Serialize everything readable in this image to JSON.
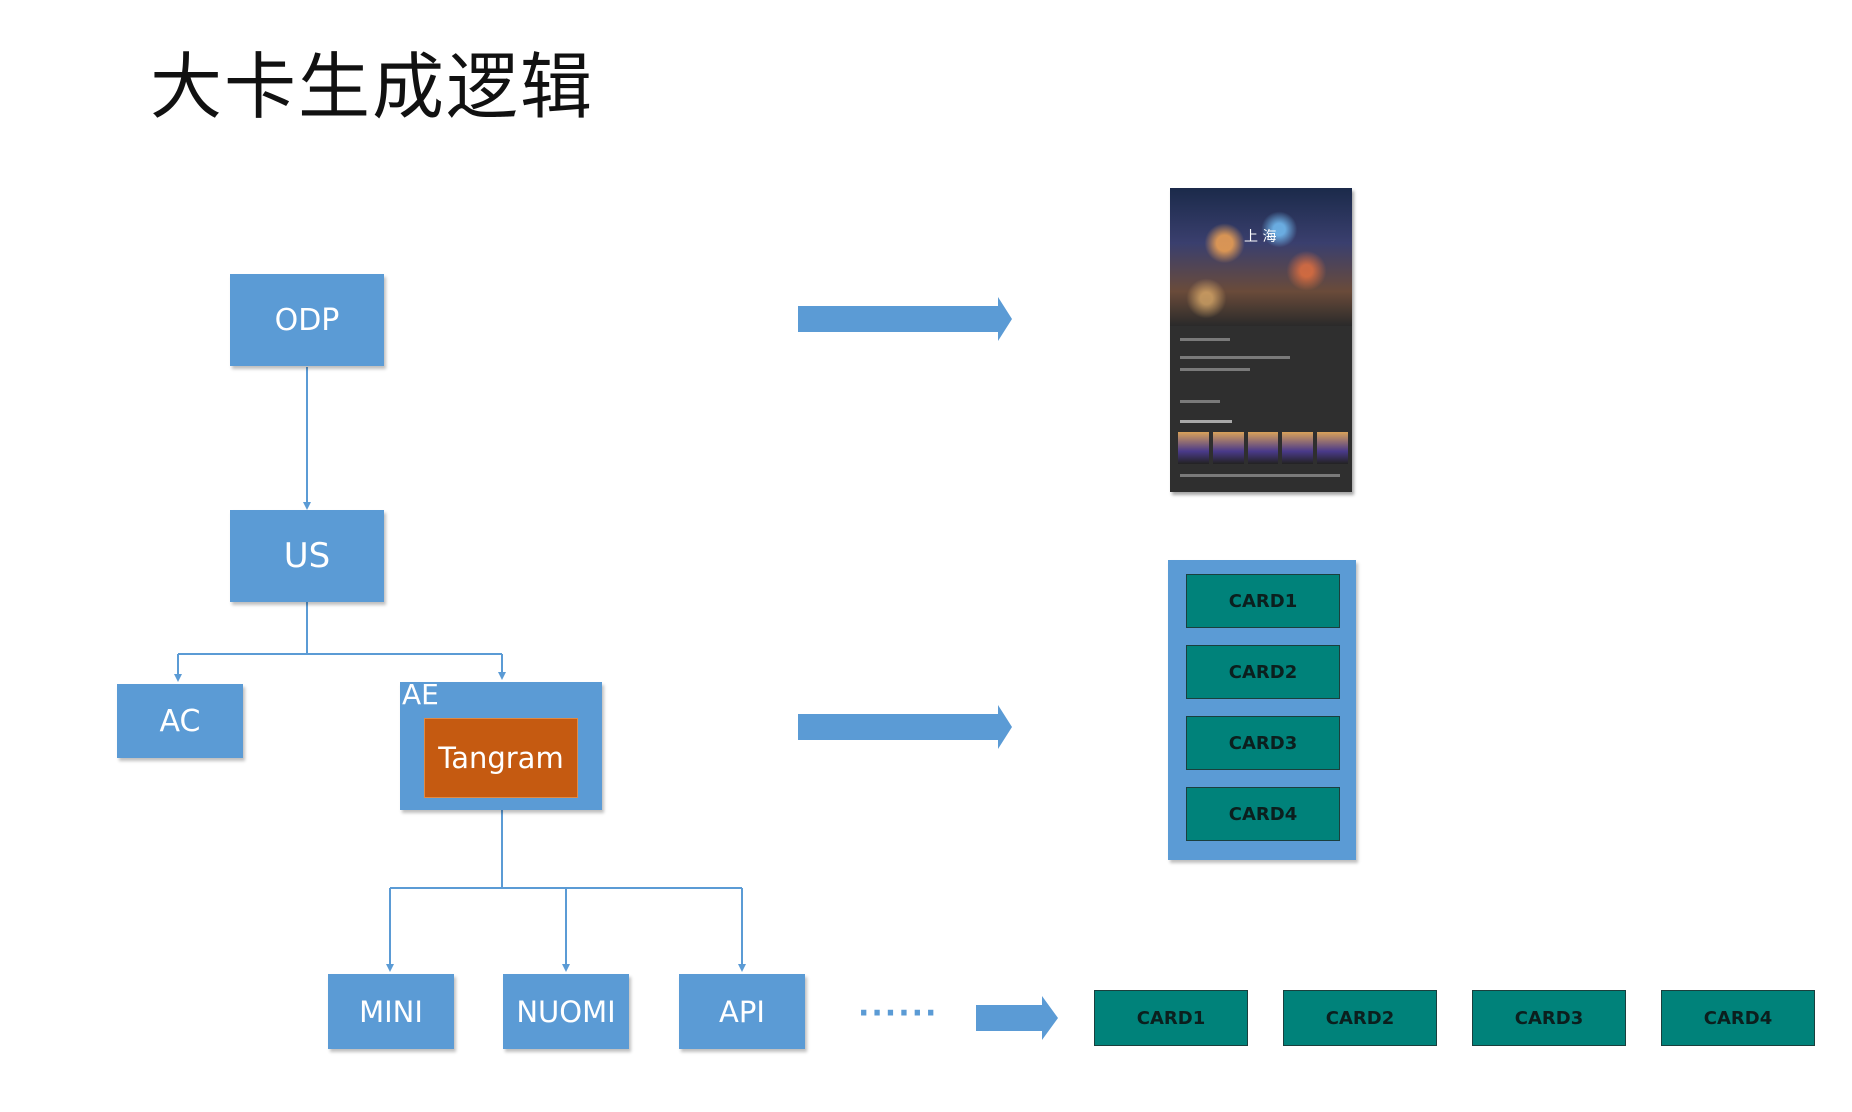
{
  "title": "大卡生成逻辑",
  "nodes": {
    "odp": "ODP",
    "us": "US",
    "ac": "AC",
    "ae": "AE",
    "tangram": "Tangram",
    "mini": "MINI",
    "nuomi": "NUOMI",
    "api": "API"
  },
  "ellipsis": "······",
  "phone": {
    "city": "上 海"
  },
  "vertical_cards": [
    "CARD1",
    "CARD2",
    "CARD3",
    "CARD4"
  ],
  "horizontal_cards": [
    "CARD1",
    "CARD2",
    "CARD3",
    "CARD4"
  ],
  "colors": {
    "box": "#5b9bd5",
    "tangram": "#c55a11",
    "card": "#00827a",
    "connector": "#5b9bd5"
  }
}
